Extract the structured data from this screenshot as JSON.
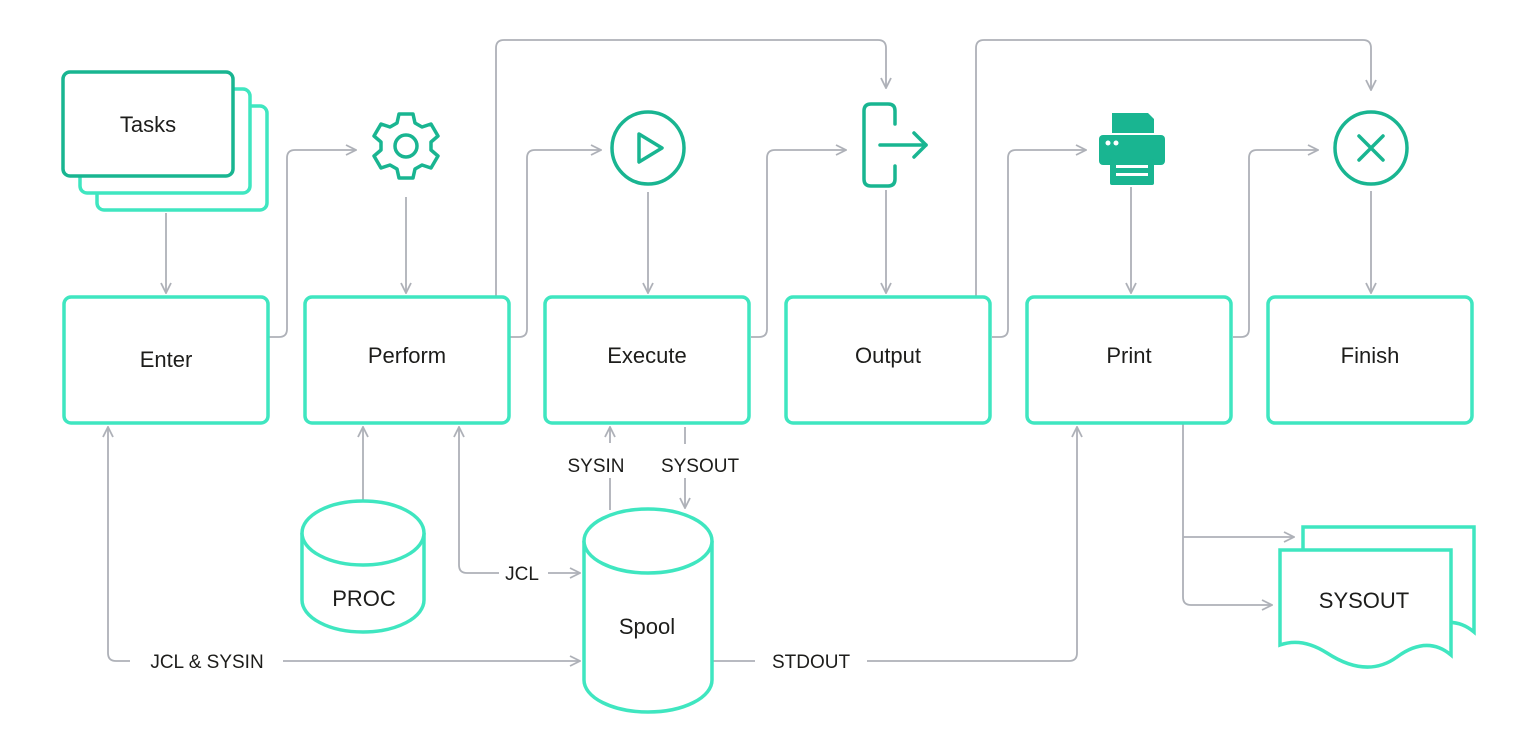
{
  "colors": {
    "box_stroke": "#3fe6c0",
    "icon_stroke": "#19b591",
    "connector": "#aeb1b8",
    "text": "#1d1d1b",
    "background": "#ffffff"
  },
  "stages": {
    "enter": "Enter",
    "perform": "Perform",
    "execute": "Execute",
    "output": "Output",
    "print": "Print",
    "finish": "Finish"
  },
  "icons": {
    "perform": "gear-icon",
    "execute": "play-icon",
    "output": "exit-arrow-icon",
    "print": "printer-icon",
    "finish": "close-circle-icon"
  },
  "stores": {
    "tasks": "Tasks",
    "proc": "PROC",
    "spool": "Spool",
    "sysout_doc": "SYSOUT"
  },
  "flow_labels": {
    "sysin": "SYSIN",
    "sysout": "SYSOUT",
    "jcl": "JCL",
    "jcl_sysin": "JCL & SYSIN",
    "stdout": "STDOUT"
  }
}
